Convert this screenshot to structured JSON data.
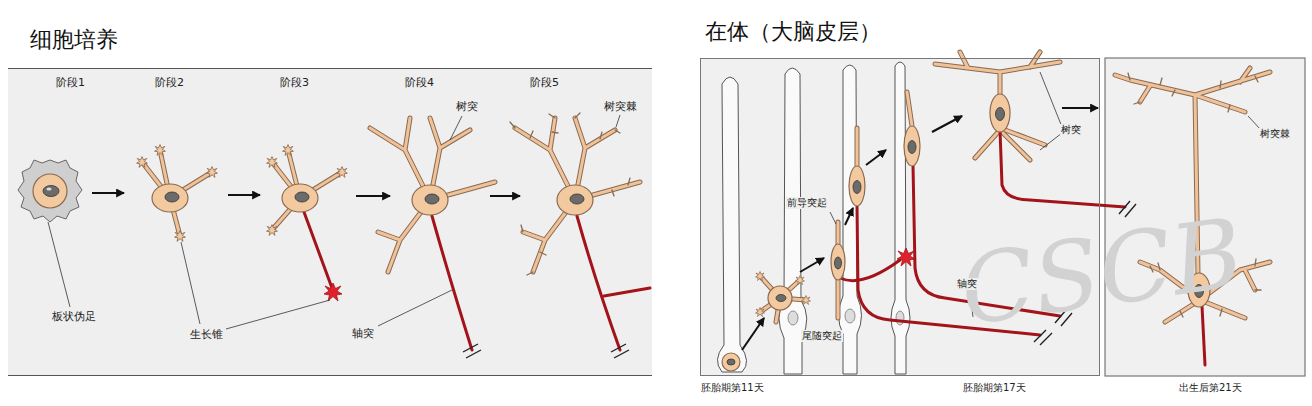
{
  "diagram": {
    "nodes": [
      {
        "text": [
          "细胞培养"
        ]
      },
      {
        "text": [
          "在体（大脑皮层）"
        ]
      }
    ],
    "labels": [
      "阶段1",
      "阶段2",
      "阶段3",
      "阶段4",
      "阶段5",
      "树突",
      "树突棘",
      "板状伪足",
      "生长锥",
      "轴突",
      "前导突起",
      "尾随突起",
      "轴突",
      "树突",
      "树突棘",
      "胚胎期第11天",
      "胚胎期第17天",
      "出生后第21天",
      "CSCB"
    ]
  }
}
